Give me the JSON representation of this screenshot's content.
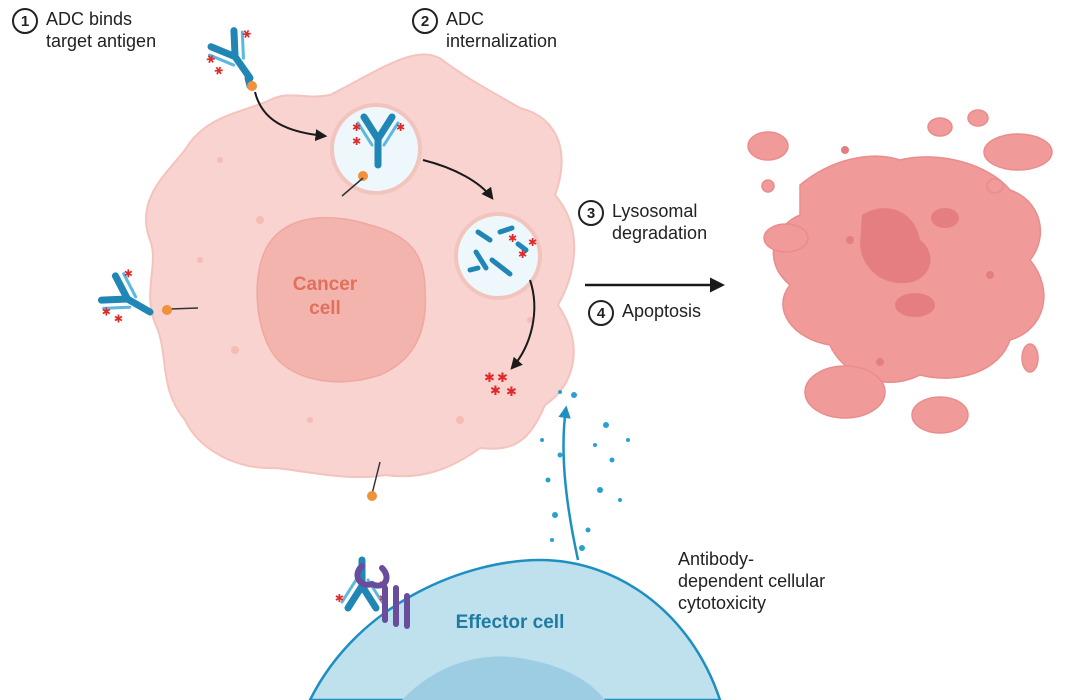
{
  "steps": [
    {
      "number": "1",
      "text": "ADC binds\ntarget antigen"
    },
    {
      "number": "2",
      "text": "ADC\ninternalization"
    },
    {
      "number": "3",
      "text": "Lysosomal\ndegradation"
    },
    {
      "number": "4",
      "text": "Apoptosis"
    }
  ],
  "labels": {
    "cancer_cell": "Cancer\ncell",
    "effector_cell": "Effector cell",
    "adcc": "Antibody-\ndependent cellular\ncytotoxicity"
  },
  "colors": {
    "cancer_cell": "#f9d3cf",
    "cancer_nucleus": "#f3b4ae",
    "dead_cell": "#f19a9a",
    "antibody": "#1f86b5",
    "payload": "#e02a2a",
    "effector_cell": "#bfe1ee",
    "receptor": "#6a4c9c"
  }
}
